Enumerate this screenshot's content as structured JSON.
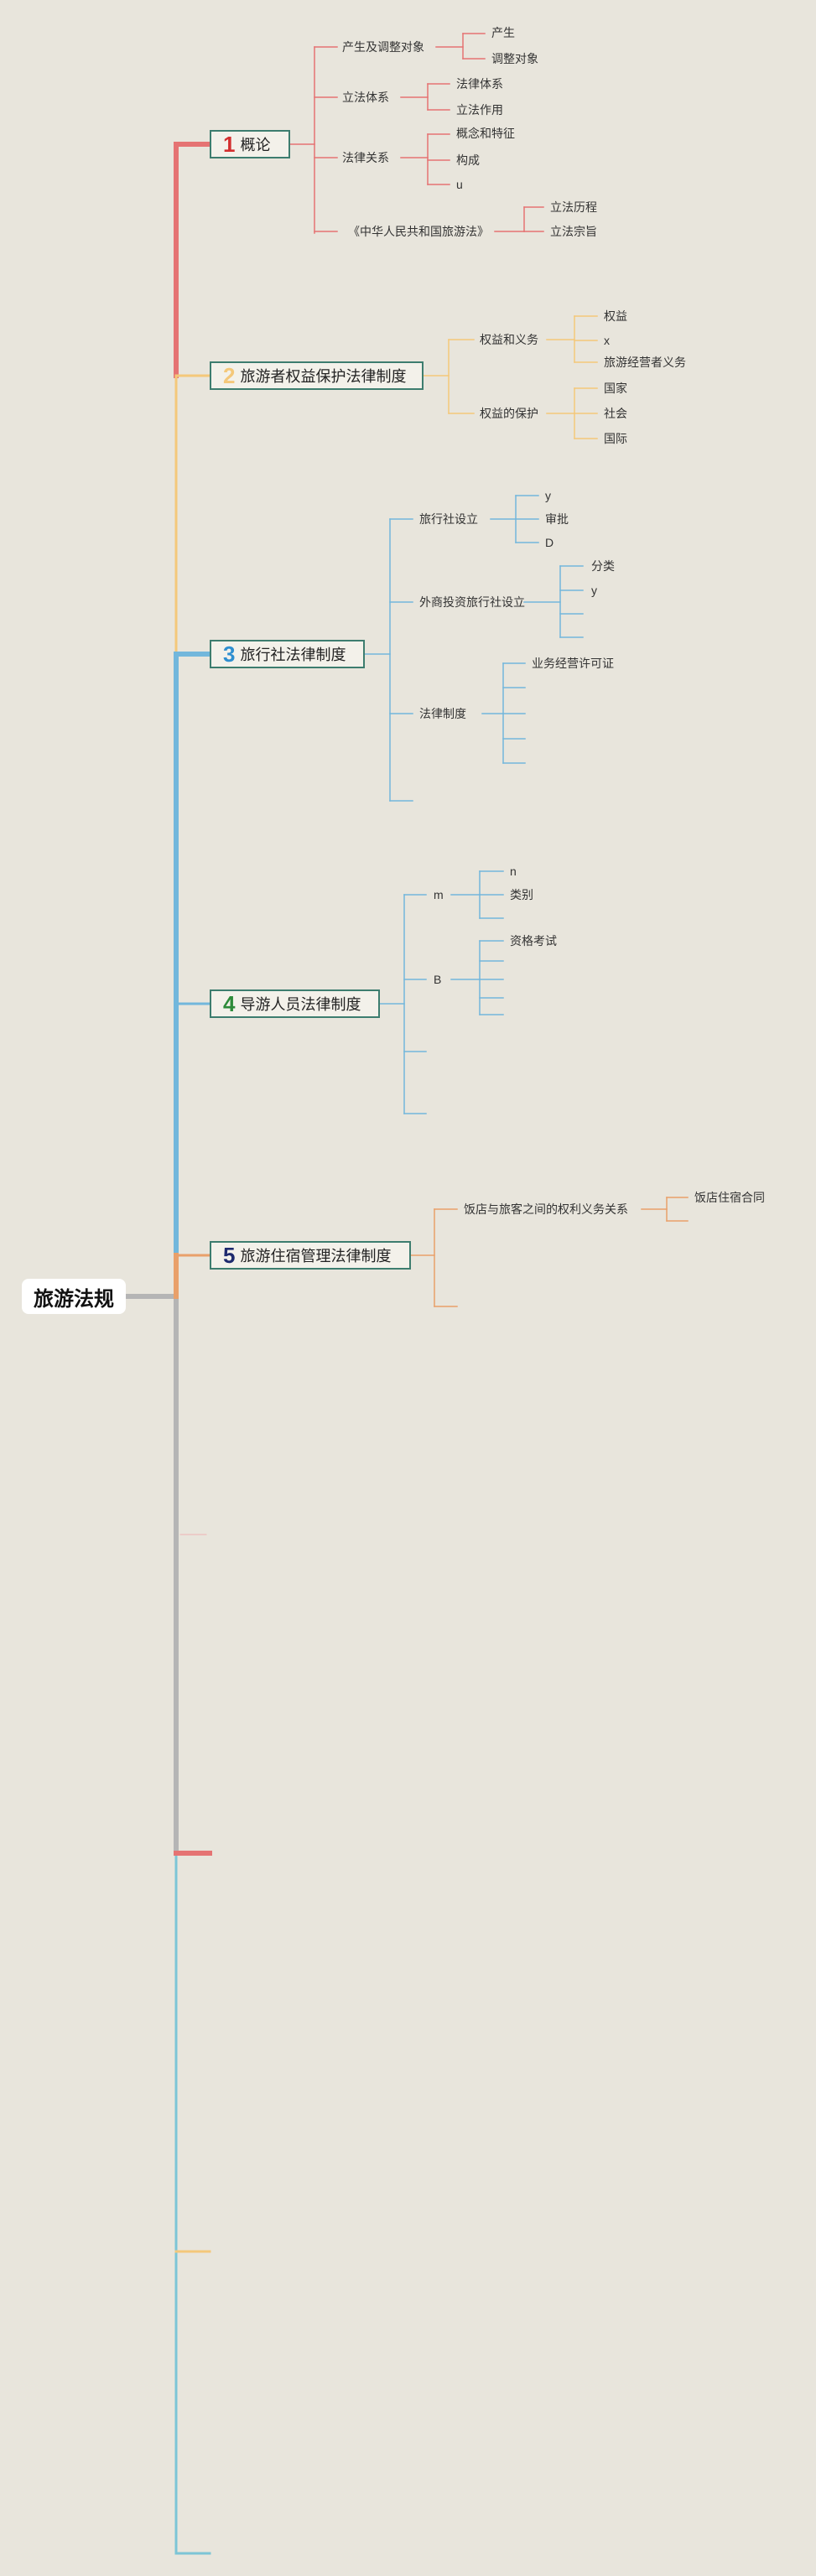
{
  "root": "旅游法规",
  "colors": {
    "red": "#e57373",
    "yellow": "#f4c87a",
    "blue": "#72b7dc",
    "orange": "#e9a06a",
    "gray": "#b5b5b5",
    "teal": "#7cc5d6",
    "topic_border": "#3d7d6f",
    "n1": "#d32f2f",
    "n2": "#f4c87a",
    "n3": "#2f8fd0",
    "n4": "#2e8b3a",
    "n5": "#1e2a6e"
  },
  "topics": [
    {
      "num": "1",
      "label": "概论",
      "subs": [
        {
          "label": "产生及调整对象",
          "leaves": [
            "产生",
            "调整对象"
          ]
        },
        {
          "label": "立法体系",
          "leaves": [
            "法律体系",
            "立法作用"
          ]
        },
        {
          "label": "法律关系",
          "leaves": [
            "概念和特征",
            "构成",
            "u"
          ]
        },
        {
          "label": "《中华人民共和国旅游法》",
          "leaves": [
            "立法历程",
            "立法宗旨"
          ]
        }
      ]
    },
    {
      "num": "2",
      "label": "旅游者权益保护法律制度",
      "subs": [
        {
          "label": "权益和义务",
          "leaves": [
            "权益",
            "x",
            "旅游经营者义务"
          ]
        },
        {
          "label": "权益的保护",
          "leaves": [
            "国家",
            "社会",
            "国际"
          ]
        }
      ]
    },
    {
      "num": "3",
      "label": "旅行社法律制度",
      "subs": [
        {
          "label": "旅行社设立",
          "leaves": [
            "y",
            "审批",
            "D"
          ]
        },
        {
          "label": "外商投资旅行社设立",
          "leaves": [
            "分类",
            "y"
          ]
        },
        {
          "label": "法律制度",
          "leaves": [
            "业务经营许可证"
          ]
        }
      ]
    },
    {
      "num": "4",
      "label": "导游人员法律制度",
      "subs": [
        {
          "label": "m",
          "leaves": [
            "n",
            "类别"
          ]
        },
        {
          "label": "B",
          "leaves": [
            "资格考试"
          ]
        }
      ]
    },
    {
      "num": "5",
      "label": "旅游住宿管理法律制度",
      "subs": [
        {
          "label": "饭店与旅客之间的权利义务关系",
          "leaves": [
            "饭店住宿合同"
          ]
        }
      ]
    }
  ]
}
